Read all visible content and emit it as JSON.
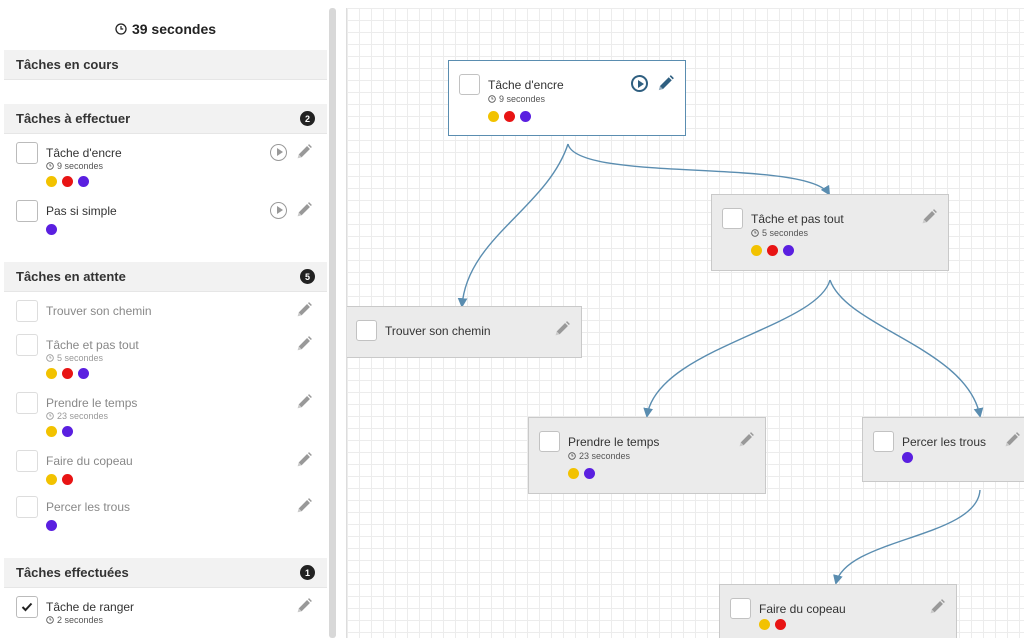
{
  "timer": {
    "label": "39 secondes"
  },
  "colors": {
    "yellow": "#f2c200",
    "red": "#e81414",
    "purple": "#5a1fe0",
    "accent": "#5a8db0"
  },
  "sections": {
    "in_progress": {
      "title": "Tâches en cours"
    },
    "todo": {
      "title": "Tâches à effectuer",
      "count": "2",
      "items": [
        {
          "title": "Tâche d'encre",
          "duration": "9 secondes",
          "dots": [
            "yellow",
            "red",
            "purple"
          ]
        },
        {
          "title": "Pas si simple",
          "duration": "",
          "dots": [
            "purple"
          ]
        }
      ]
    },
    "waiting": {
      "title": "Tâches en attente",
      "count": "5",
      "items": [
        {
          "title": "Trouver son chemin",
          "duration": "",
          "dots": []
        },
        {
          "title": "Tâche et pas tout",
          "duration": "5 secondes",
          "dots": [
            "yellow",
            "red",
            "purple"
          ]
        },
        {
          "title": "Prendre le temps",
          "duration": "23 secondes",
          "dots": [
            "yellow",
            "purple"
          ]
        },
        {
          "title": "Faire du copeau",
          "duration": "",
          "dots": [
            "yellow",
            "red"
          ]
        },
        {
          "title": "Percer les trous",
          "duration": "",
          "dots": [
            "purple"
          ]
        }
      ]
    },
    "done": {
      "title": "Tâches effectuées",
      "count": "1",
      "items": [
        {
          "title": "Tâche de ranger",
          "duration": "2 secondes",
          "dots": []
        }
      ]
    }
  },
  "graph": {
    "nodes": [
      {
        "id": "encre",
        "title": "Tâche d'encre",
        "duration": "9 secondes",
        "dots": [
          "yellow",
          "red",
          "purple"
        ]
      },
      {
        "id": "pastout",
        "title": "Tâche et pas tout",
        "duration": "5 secondes",
        "dots": [
          "yellow",
          "red",
          "purple"
        ]
      },
      {
        "id": "chemin",
        "title": "Trouver son chemin",
        "duration": "",
        "dots": []
      },
      {
        "id": "temps",
        "title": "Prendre le temps",
        "duration": "23 secondes",
        "dots": [
          "yellow",
          "purple"
        ]
      },
      {
        "id": "trous",
        "title": "Percer les trous",
        "duration": "",
        "dots": [
          "purple"
        ]
      },
      {
        "id": "copeau",
        "title": "Faire du copeau",
        "duration": "",
        "dots": [
          "yellow",
          "red"
        ]
      }
    ]
  }
}
